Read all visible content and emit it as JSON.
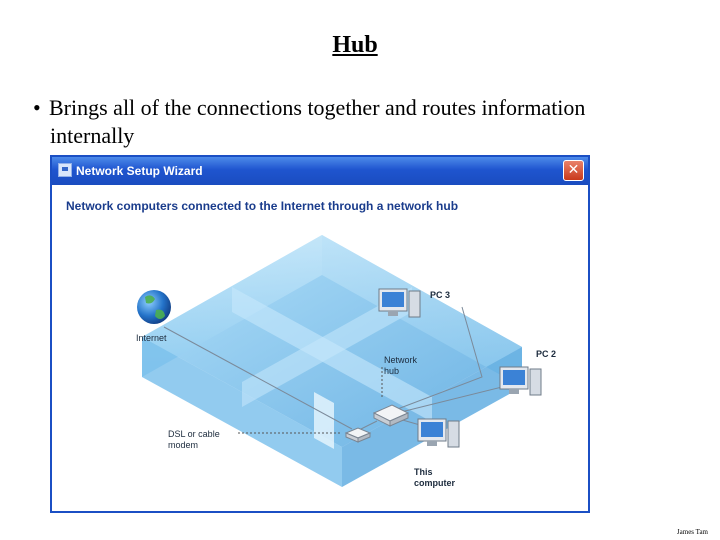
{
  "slide": {
    "title": "Hub",
    "bullet_marker": "•",
    "bullet_line1": "Brings all of the connections together and routes information",
    "bullet_line2": "internally"
  },
  "window": {
    "title": "Network Setup Wizard",
    "close_glyph": "✕",
    "heading": "Network computers connected to the Internet through a network hub"
  },
  "diagram": {
    "internet_label": "Internet",
    "pc3_label": "PC 3",
    "pc2_label": "PC 2",
    "hub_label_line1": "Network",
    "hub_label_line2": "hub",
    "modem_label_line1": "DSL or cable",
    "modem_label_line2": "modem",
    "this_computer_line1": "This",
    "this_computer_line2": "computer"
  },
  "footer": {
    "author": "James Tam"
  },
  "colors": {
    "title_bar": "#1f55cf",
    "room_floor": "#7fc1ec",
    "room_wall": "#b7e0f8",
    "heading_text": "#1a3c8c"
  }
}
